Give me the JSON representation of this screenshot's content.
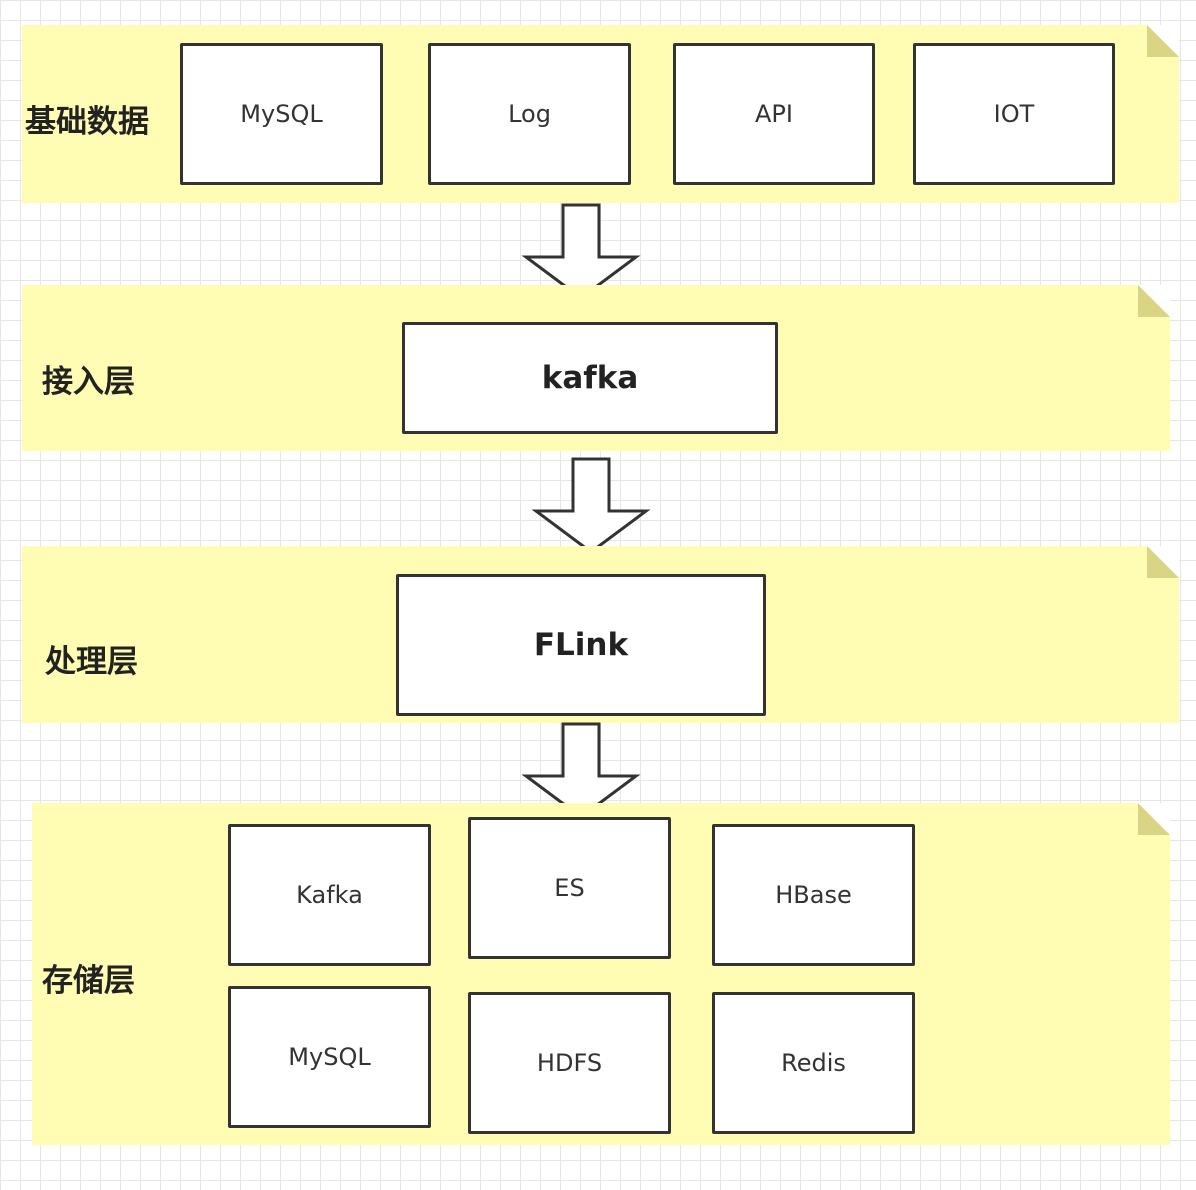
{
  "layers": {
    "data_sources": {
      "label": "基础数据",
      "nodes": [
        "MySQL",
        "Log",
        "API",
        "IOT"
      ]
    },
    "ingestion": {
      "label": "接入层",
      "nodes": [
        "kafka"
      ]
    },
    "processing": {
      "label": "处理层",
      "nodes": [
        "FLink"
      ]
    },
    "storage": {
      "label": "存储层",
      "nodes": [
        "Kafka",
        "ES",
        "HBase",
        "MySQL",
        "HDFS",
        "Redis"
      ]
    }
  },
  "edges": [
    {
      "from": "data_sources",
      "to": "ingestion"
    },
    {
      "from": "ingestion",
      "to": "processing"
    },
    {
      "from": "processing",
      "to": "storage"
    }
  ],
  "colors": {
    "band_fill": "#fffcb3",
    "band_fold": "#d9d585",
    "node_border": "#333333",
    "grid_line": "#e6e6e6"
  }
}
